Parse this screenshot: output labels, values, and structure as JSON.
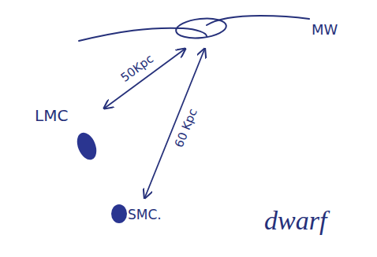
{
  "diagram": {
    "nodes": [
      {
        "text": [
          "MW"
        ]
      },
      {
        "text": [
          "LMC"
        ]
      },
      {
        "text": [
          "SMC."
        ]
      }
    ],
    "edges": [
      {
        "from": 0,
        "to": 1,
        "label": "50Kpc",
        "arrow": "both"
      },
      {
        "from": 0,
        "to": 2,
        "label": "60 Kpc",
        "arrow": "both"
      }
    ],
    "labels": [
      "dwarf"
    ]
  }
}
